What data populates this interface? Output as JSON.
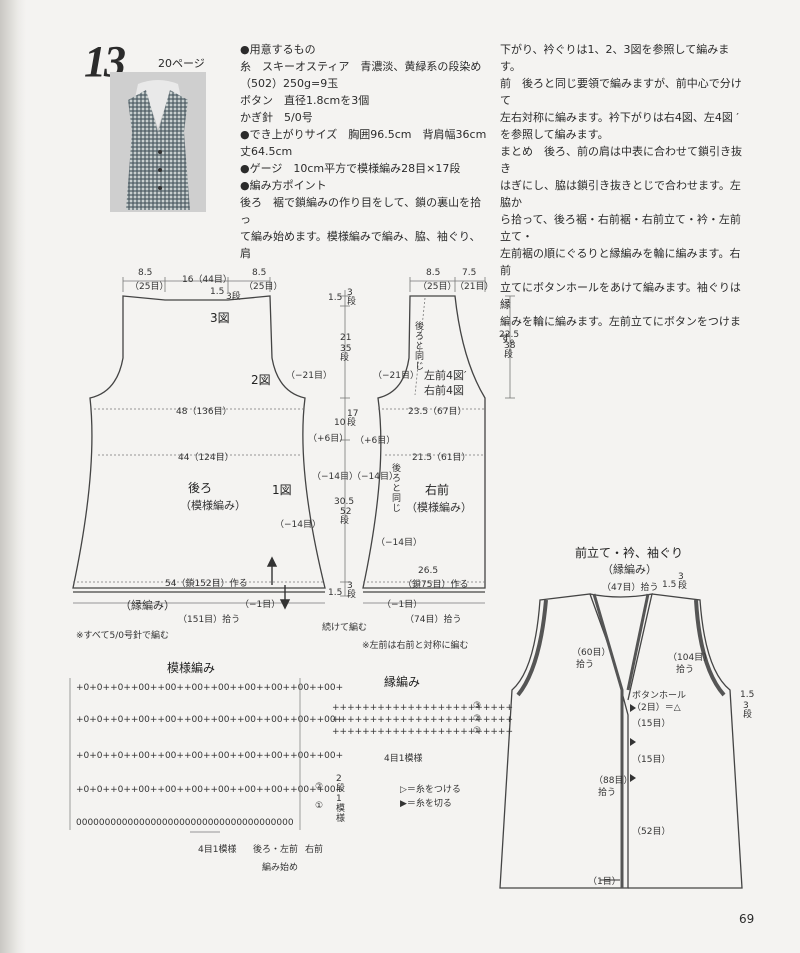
{
  "header": {
    "pattern_number": "13",
    "page_ref": "20ページ"
  },
  "materials": {
    "title": "●用意するもの",
    "yarn": "糸　スキーオスティア　青濃淡、黄緑系の段染め",
    "yarn_detail": "（502）250g=9玉",
    "button": "ボタン　直径1.8cmを3個",
    "hook": "かぎ針　5/0号",
    "size_title": "●でき上がりサイズ　胸囲96.5cm　背肩幅36cm",
    "size_detail": "丈64.5cm",
    "gauge": "●ゲージ　10cm平方で模様編み28目×17段",
    "points_title": "●編み方ポイント",
    "back_1": "後ろ　裾で鎖編みの作り目をして、鎖の裏山を拾っ",
    "back_2": "て編み始めます。模様編みで編み、脇、袖ぐり、肩"
  },
  "instructions": {
    "line1": "下がり、衿ぐりは1、2、3図を参照して編みます。",
    "line2": "前　後ろと同じ要領で編みますが、前中心で分けて",
    "line3": "左右対称に編みます。衿下がりは右4図、左4図 ′",
    "line4": "を参照して編みます。",
    "line5": "まとめ　後ろ、前の肩は中表に合わせて鎖引き抜き",
    "line6": "はぎにし、脇は鎖引き抜きとじで合わせます。左脇か",
    "line7": "ら拾って、後ろ裾・右前裾・右前立て・衿・左前立て・",
    "line8": "左前裾の順にぐるりと縁編みを輪に編みます。右前",
    "line9": "立てにボタンホールをあけて編みます。袖ぐりは縁",
    "line10": "編みを輪に編みます。左前立てにボタンをつけます。"
  },
  "back_diagram": {
    "top_8_5": "8.5",
    "top_25": "（25目）",
    "top_16": "16（44目）",
    "top_3dan": "3段",
    "top_1_5": "1.5",
    "top_8_5b": "8.5",
    "top_25b": "（25目）",
    "fig3": "3図",
    "fig2": "2図",
    "fig1": "1図",
    "m21": "（−21目）",
    "w48": "48（136目）",
    "p6": "（+6目）",
    "w44": "44（124目）",
    "title": "後ろ",
    "sub": "（模様編み）",
    "m14": "（−14目）",
    "w54": "54（鎖152目）作る",
    "edge": "（縁編み）",
    "m1": "（−1目）",
    "w151": "（151目）拾う",
    "note": "※すべて5/0号針で編む"
  },
  "middle_dims": {
    "a1_5": "1.5",
    "a3": "3段",
    "a21": "21",
    "a35": "35段",
    "a10": "10",
    "a17": "17段",
    "a30_5": "30.5",
    "a52": "52段",
    "b1_5": "1.5",
    "b3": "3段",
    "m14": "（−14目）"
  },
  "front_diagram": {
    "top_8_5": "8.5",
    "top_25": "（25目）",
    "top_7_5": "7.5",
    "top_21": "（21目）",
    "h22_5": "22.5",
    "h38": "38段",
    "same_back": "後ろと同じ",
    "m21": "（−21目）",
    "fig4a": "左前4図′",
    "fig4b": "右前4図",
    "w23_5": "23.5（67目）",
    "p6": "（+6目）",
    "w21_5": "21.5（61目）",
    "m14": "（−14目）",
    "same_back2": "後ろと同じ",
    "title": "右前",
    "sub": "（模様編み）",
    "m14b": "（−14目）",
    "w26_5": "26.5",
    "w75": "（鎖75目）作る",
    "m1": "（−1目）",
    "w74": "（74目）拾う",
    "cont": "続けて編む",
    "note": "※左前は右前と対称に編む"
  },
  "pattern_chart": {
    "title": "模様編み",
    "r2": "②",
    "r1": "①",
    "rep_rows": "2段1模様",
    "rep": "4目1模様",
    "bot_a": "後ろ・左前",
    "bot_b": "右前",
    "start": "編み始め"
  },
  "edge_chart": {
    "title": "縁編み",
    "r3": "③",
    "r2": "②",
    "r1": "①",
    "rep": "4目1模様",
    "legend1": "＝糸をつける",
    "legend2": "＝糸を切る"
  },
  "finishing": {
    "title1": "前立て・衿、袖ぐり",
    "title2": "（縁編み）",
    "collar": "（47目）拾う",
    "c1_5": "1.5",
    "c3": "3段",
    "left60": "（60目）",
    "left60b": "拾う",
    "right104": "（104目）",
    "right104b": "拾う",
    "r1_5": "1.5",
    "r3": "3段",
    "bh": "ボタンホール",
    "bh2": "（2目）＝△",
    "s15a": "（15目）",
    "s15b": "（15目）",
    "s88": "（88目）",
    "s88b": "拾う",
    "s52": "（52目）",
    "s1": "（1目）"
  },
  "footer": {
    "page": "69"
  }
}
